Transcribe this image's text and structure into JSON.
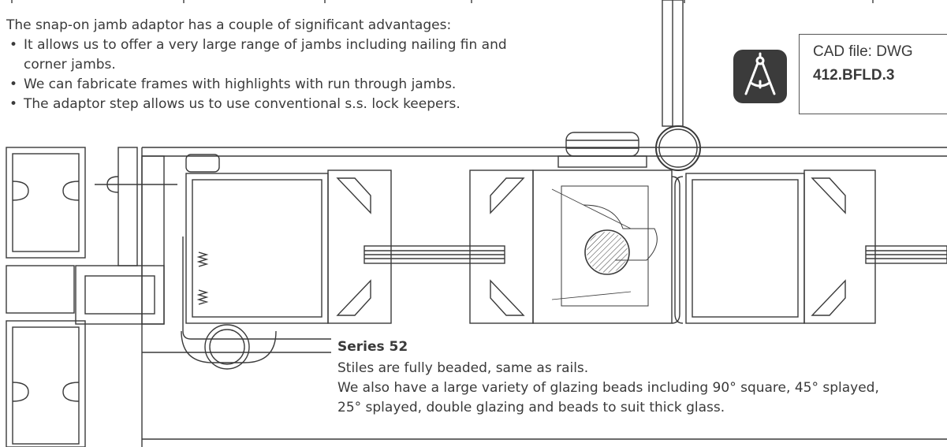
{
  "intro": {
    "heading": "The snap-on jamb adaptor has a couple of significant advantages:",
    "bullets": [
      "It allows us to offer a very large range of jambs including nailing fin and corner jambs.",
      "We can fabricate frames with highlights with run through jambs.",
      "The adaptor step allows us to use conventional s.s. lock keepers."
    ]
  },
  "cad": {
    "label": "CAD file:  DWG",
    "code": "412.BFLD.3",
    "icon": "drafting-compass-icon"
  },
  "series": {
    "title": "Series 52",
    "lines": [
      "Stiles are fully beaded, same as rails.",
      "We also have a large variety of glazing beads including 90° square, 45° splayed,",
      "25° splayed, double glazing and beads to suit thick glass."
    ]
  }
}
